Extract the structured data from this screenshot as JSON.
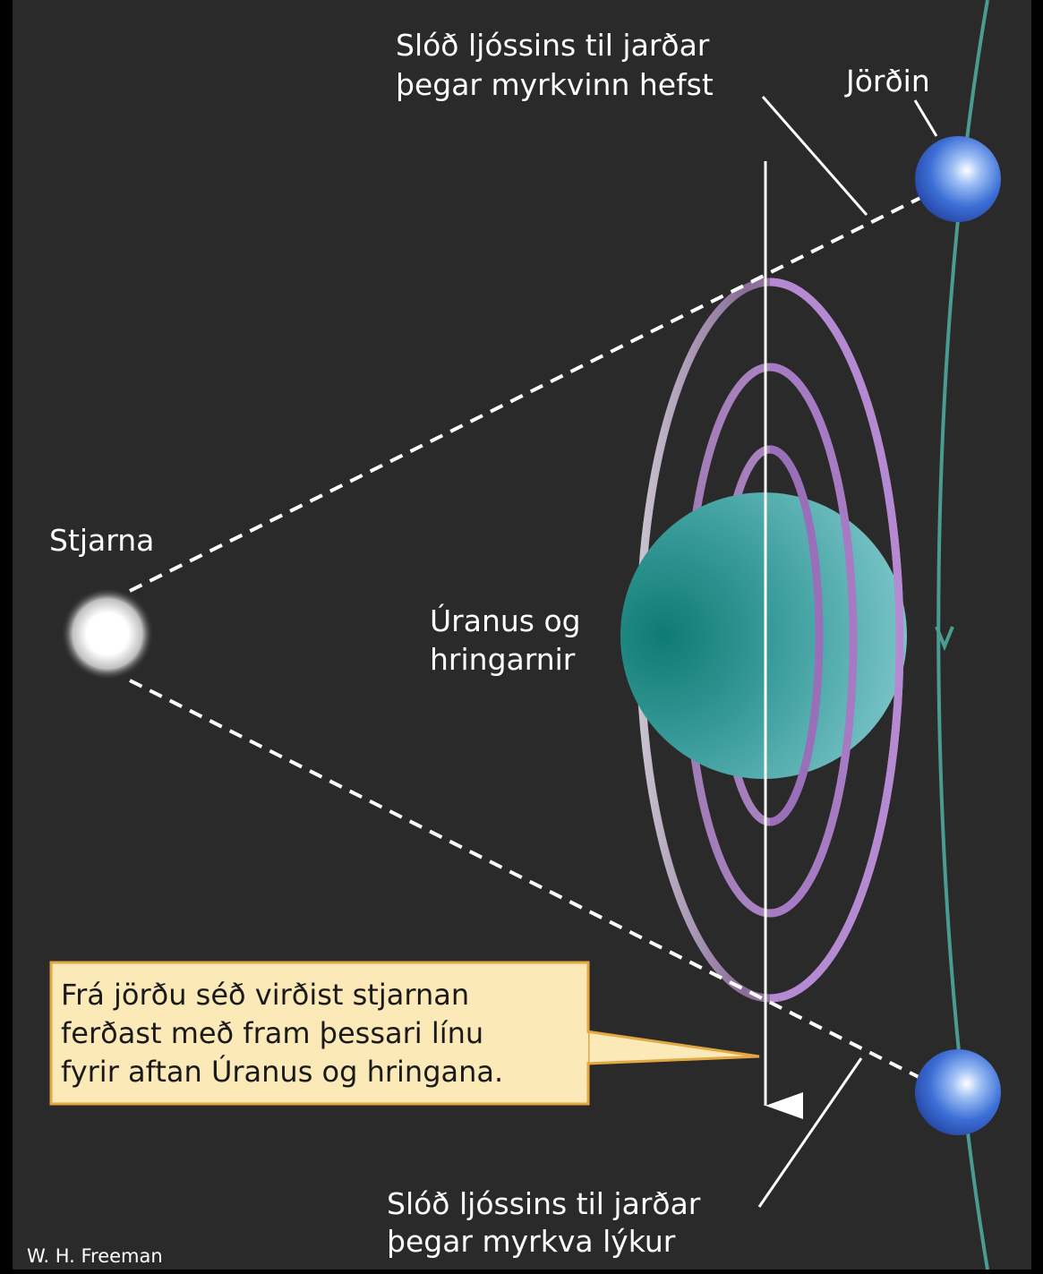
{
  "labels": {
    "start_path_line1": "Slóð ljóssins til jarðar",
    "start_path_line2": "þegar myrkvinn hefst",
    "earth": "Jörðin",
    "star": "Stjarna",
    "uranus_line1": "Úranus og",
    "uranus_line2": "hringarnir",
    "end_path_line1": "Slóð ljóssins til jarðar",
    "end_path_line2": "þegar myrkva lýkur",
    "credit": "W. H. Freeman"
  },
  "callout": {
    "line1": "Frá jörðu séð virðist stjarnan",
    "line2": "ferðast með fram þessari línu",
    "line3": "fyrir aftan Úranus og hringana."
  },
  "colors": {
    "background": "#2b2a2b",
    "earth_orbit": "#4a9c93",
    "uranus": "#3fa7a6",
    "rings": "#a67bc4",
    "callout_fill": "#fbe9b8",
    "callout_border": "#e3a843",
    "earth": "#3c6fd6"
  },
  "icons": {
    "star": "glowing-star-icon",
    "earth": "blue-planet-icon"
  }
}
